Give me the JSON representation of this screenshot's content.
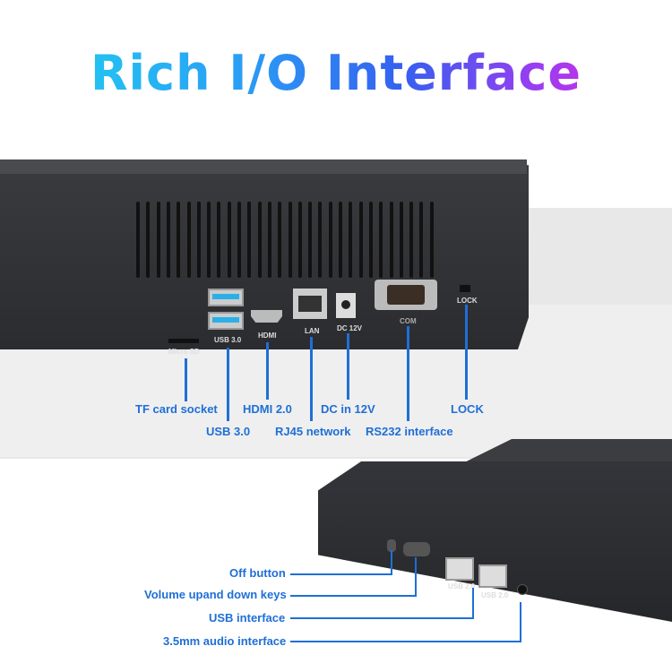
{
  "title": "Rich I/O Interface",
  "rear_panel": {
    "port_labels": [
      "Micro SD",
      "USB 3.0",
      "HDMI",
      "LAN",
      "DC 12V",
      "COM",
      "LOCK"
    ],
    "callouts": [
      "TF card socket",
      "USB 3.0",
      "HDMI 2.0",
      "RJ45 network",
      "DC in 12V",
      "RS232 interface",
      "LOCK"
    ]
  },
  "side_panel": {
    "port_labels": [
      "USB 2.0",
      "USB 2.0"
    ],
    "callouts": [
      "Off button",
      "Volume upand down keys",
      "USB interface",
      "3.5mm audio interface"
    ]
  },
  "colors": {
    "callout": "#1f6fd6",
    "device": "#2e2f33"
  }
}
